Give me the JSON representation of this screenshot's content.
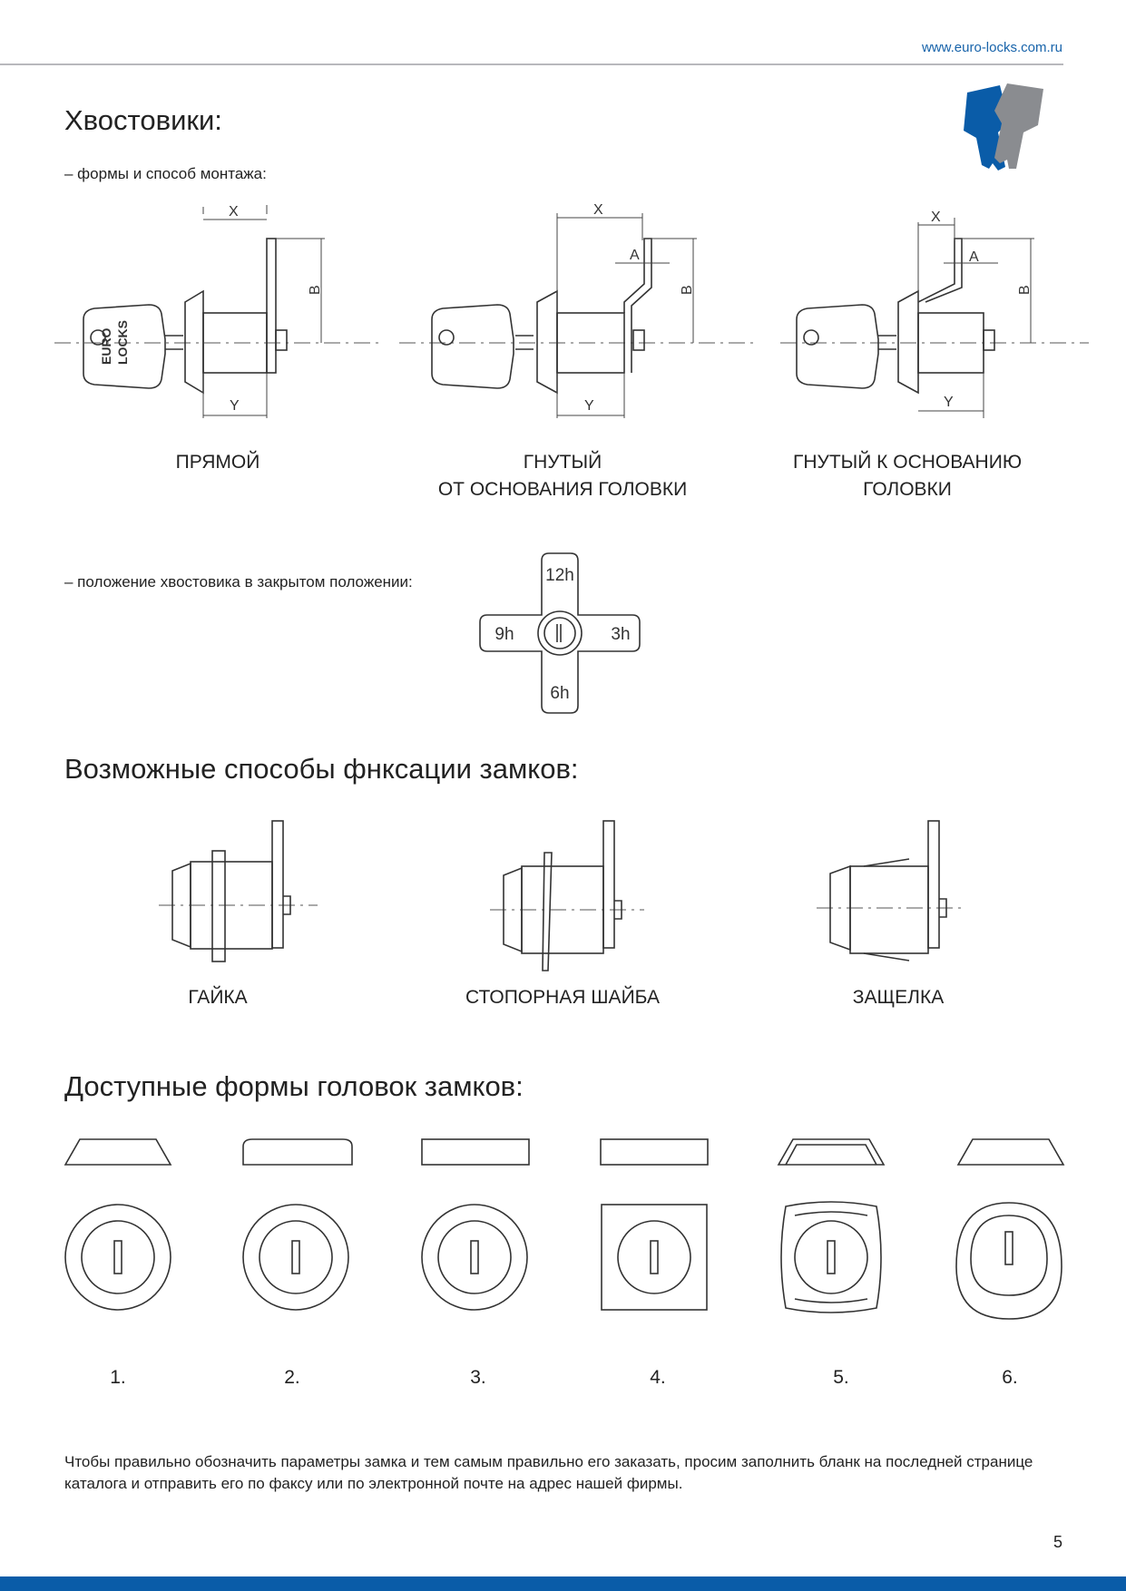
{
  "header": {
    "url": "www.euro-locks.com.ru",
    "logo": "keys-logo"
  },
  "section1": {
    "title": "Хвостовики:",
    "subtitle": "– формы и способ монтажа:",
    "types": [
      {
        "label_line1": "ПРЯМОЙ",
        "label_line2": ""
      },
      {
        "label_line1": "ГНУТЫЙ",
        "label_line2": "ОТ ОСНОВАНИЯ ГОЛОВКИ"
      },
      {
        "label_line1": "ГНУТЫЙ К ОСНОВАНИЮ",
        "label_line2": "ГОЛОВКИ"
      }
    ],
    "dims": {
      "x": "X",
      "y": "Y",
      "b": "B",
      "a": "A"
    },
    "key_text": [
      "EURO",
      "LOCKS"
    ],
    "position_text": "– положение хвостовика в закрытом положении:",
    "positions": {
      "top": "12h",
      "right": "3h",
      "bottom": "6h",
      "left": "9h"
    }
  },
  "section2": {
    "title": "Возможные способы фнксации замков:",
    "methods": [
      "ГАЙКА",
      "СТОПОРНАЯ ШАЙБА",
      "ЗАЩЕЛКА"
    ]
  },
  "section3": {
    "title": "Доступные формы головок замков:",
    "shapes": [
      "1.",
      "2.",
      "3.",
      "4.",
      "5.",
      "6."
    ]
  },
  "footer": {
    "note": "Чтобы правильно обозначить параметры замка и тем самым правильно его заказать, просим заполнить бланк на последней странице каталога и отправить его по факсу или по электронной почте на адрес нашей фирмы.",
    "page_number": "5"
  },
  "colors": {
    "brand": "#0a5ca8",
    "gray": "#8a8c90"
  }
}
